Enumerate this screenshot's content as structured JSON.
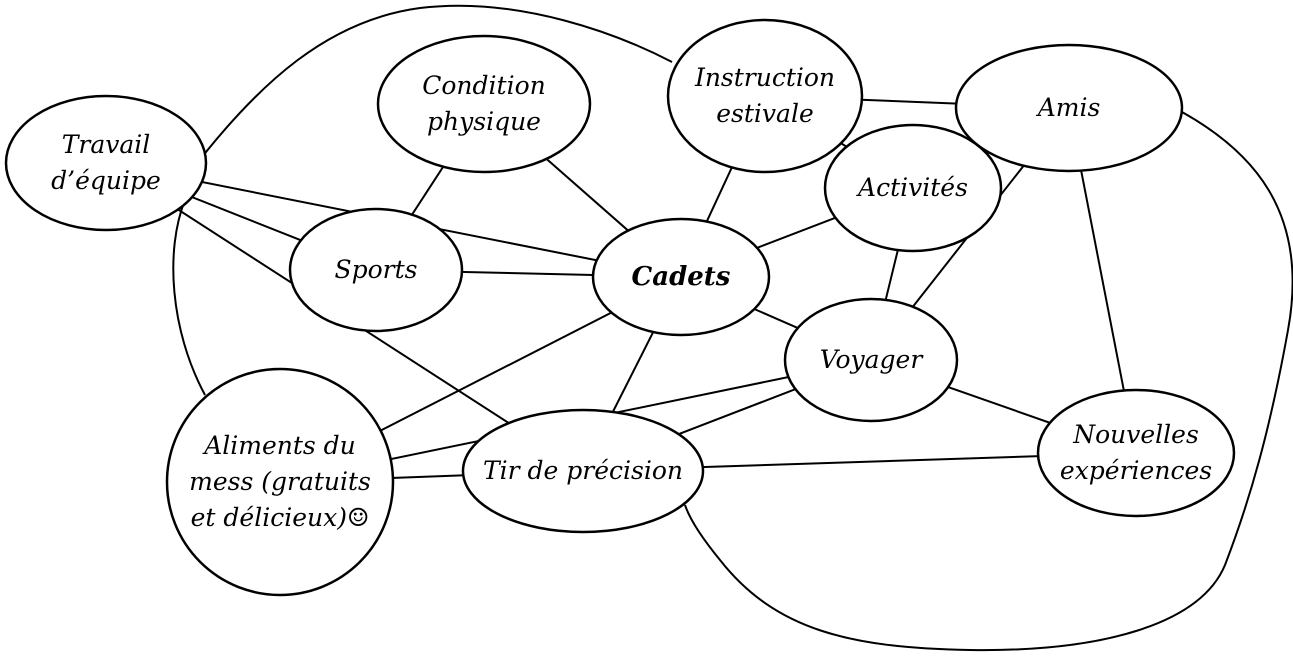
{
  "nodes": {
    "cadets": [
      "Cadets"
    ],
    "condition": [
      "Condition",
      "physique"
    ],
    "instruction": [
      "Instruction",
      "estivale"
    ],
    "amis": [
      "Amis"
    ],
    "travail": [
      "Travail",
      "d’équipe"
    ],
    "activites": [
      "Activités"
    ],
    "sports": [
      "Sports"
    ],
    "voyager": [
      "Voyager"
    ],
    "aliments": [
      "Aliments du",
      "mess (gratuits",
      "et délicieux)☺"
    ],
    "tir": [
      "Tir de précision"
    ],
    "nouvelles": [
      "Nouvelles",
      "expériences"
    ]
  },
  "edges": [
    [
      "travail",
      "cadets"
    ],
    [
      "travail",
      "sports"
    ],
    [
      "travail",
      "tir"
    ],
    [
      "sports",
      "cadets"
    ],
    [
      "sports",
      "condition"
    ],
    [
      "condition",
      "cadets"
    ],
    [
      "instruction",
      "cadets"
    ],
    [
      "instruction",
      "amis"
    ],
    [
      "instruction",
      "activites"
    ],
    [
      "activites",
      "cadets"
    ],
    [
      "activites",
      "amis"
    ],
    [
      "activites",
      "voyager"
    ],
    [
      "amis",
      "voyager"
    ],
    [
      "amis",
      "nouvelles"
    ],
    [
      "cadets",
      "voyager"
    ],
    [
      "cadets",
      "aliments"
    ],
    [
      "cadets",
      "tir"
    ],
    [
      "voyager",
      "aliments"
    ],
    [
      "voyager",
      "tir"
    ],
    [
      "voyager",
      "nouvelles"
    ],
    [
      "aliments",
      "tir"
    ],
    [
      "tir",
      "nouvelles"
    ]
  ],
  "colors": {
    "stroke": "#000000",
    "fill": "#ffffff"
  }
}
